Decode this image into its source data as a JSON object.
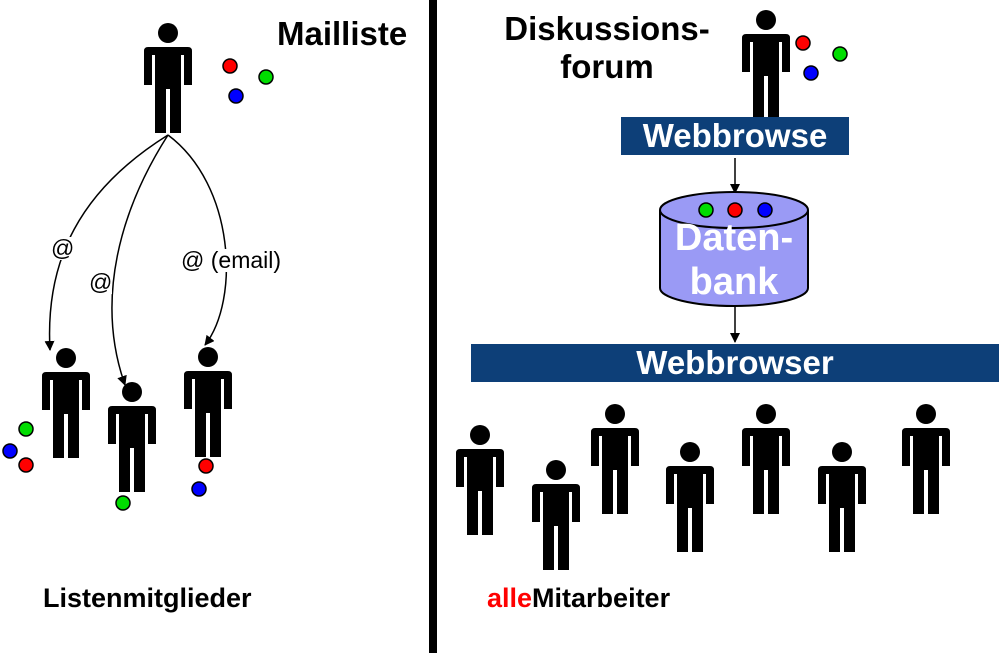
{
  "left": {
    "title": "Mailliste",
    "arrow_labels": [
      "@",
      "@",
      "@ (email)"
    ],
    "footer": "Listenmitglieder"
  },
  "right": {
    "title_line1": "Diskussions-",
    "title_line2": "forum",
    "top_bar": "Webbrowse",
    "db_line1": "Daten-",
    "db_line2": "bank",
    "bottom_bar": "Webbrowser",
    "footer_highlight": "alle",
    "footer_rest": "Mitarbeiter"
  },
  "colors": {
    "bar": "#0d3f78",
    "database_fill": "#9a9af5",
    "dot_red": "#ff0000",
    "dot_green": "#00dd00",
    "dot_blue": "#0000ff",
    "highlight": "#ff0000",
    "divider": "#000000"
  },
  "icons": [
    "person-icon",
    "data-dot-icon",
    "database-icon",
    "arrow-icon"
  ]
}
